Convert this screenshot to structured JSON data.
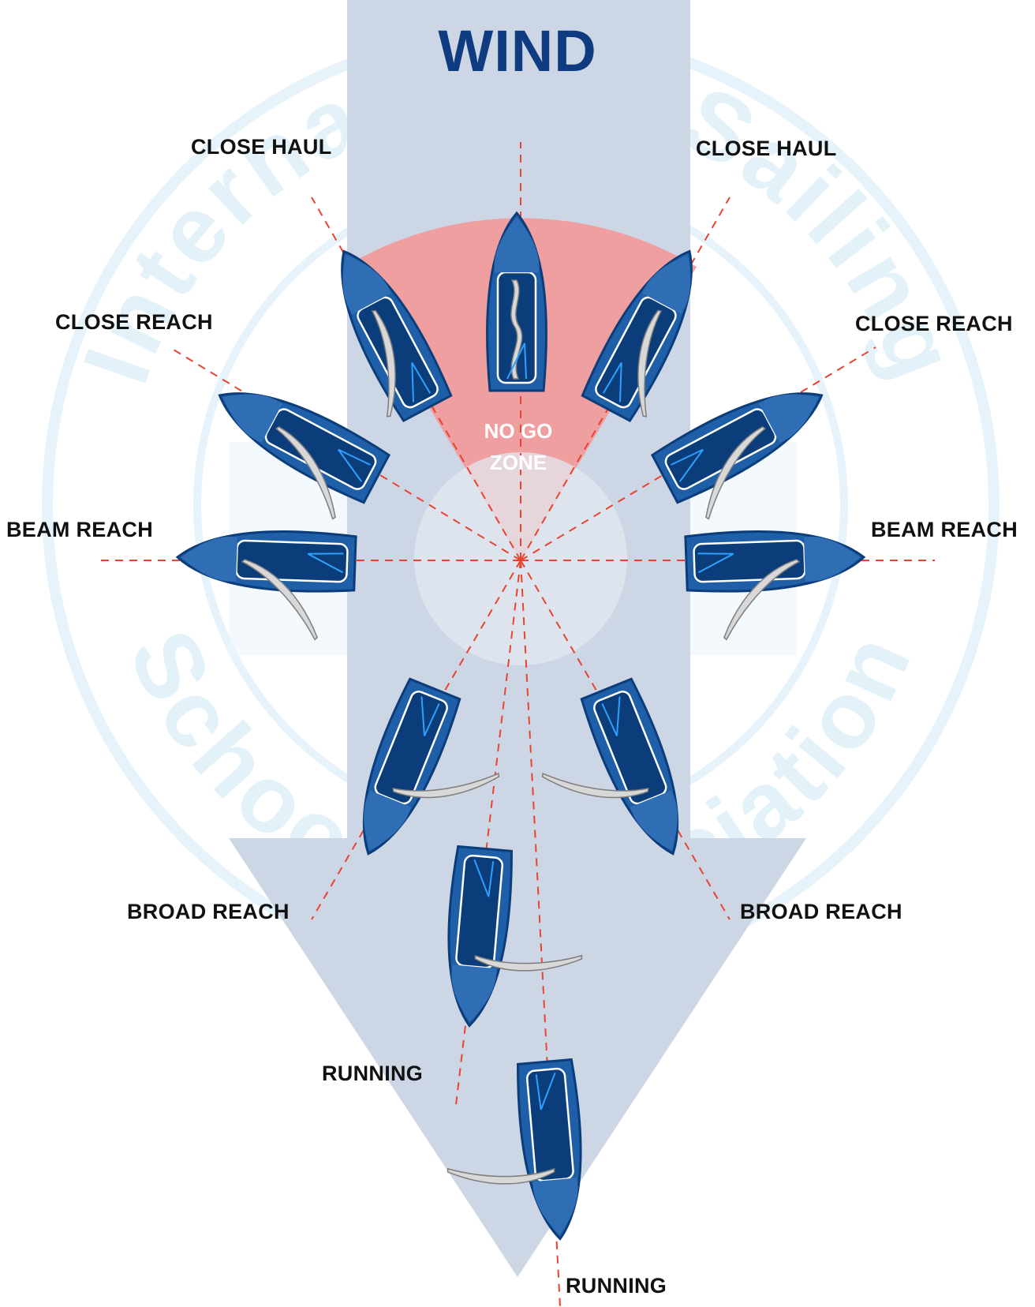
{
  "title": "WIND",
  "no_go_zone": {
    "line1": "NO GO",
    "line2": "ZONE"
  },
  "watermark": "International Sailing Schools Association",
  "points_of_sail": {
    "close_haul_left": "CLOSE HAUL",
    "close_haul_right": "CLOSE HAUL",
    "close_reach_left": "CLOSE REACH",
    "close_reach_right": "CLOSE REACH",
    "beam_reach_left": "BEAM REACH",
    "beam_reach_right": "BEAM REACH",
    "broad_reach_left": "BROAD REACH",
    "broad_reach_right": "BROAD REACH",
    "running_left": "RUNNING",
    "running_right": "RUNNING"
  },
  "colors": {
    "wind_band": "#cdd6e5",
    "no_go": "#ef9f9f",
    "hull_dark": "#0b3d7a",
    "hull_mid": "#1e5fa8",
    "sail": "#d8d8d8",
    "title": "#0f3c80",
    "dashed_line": "#e8442f",
    "watermark": "#e6f3fa"
  }
}
